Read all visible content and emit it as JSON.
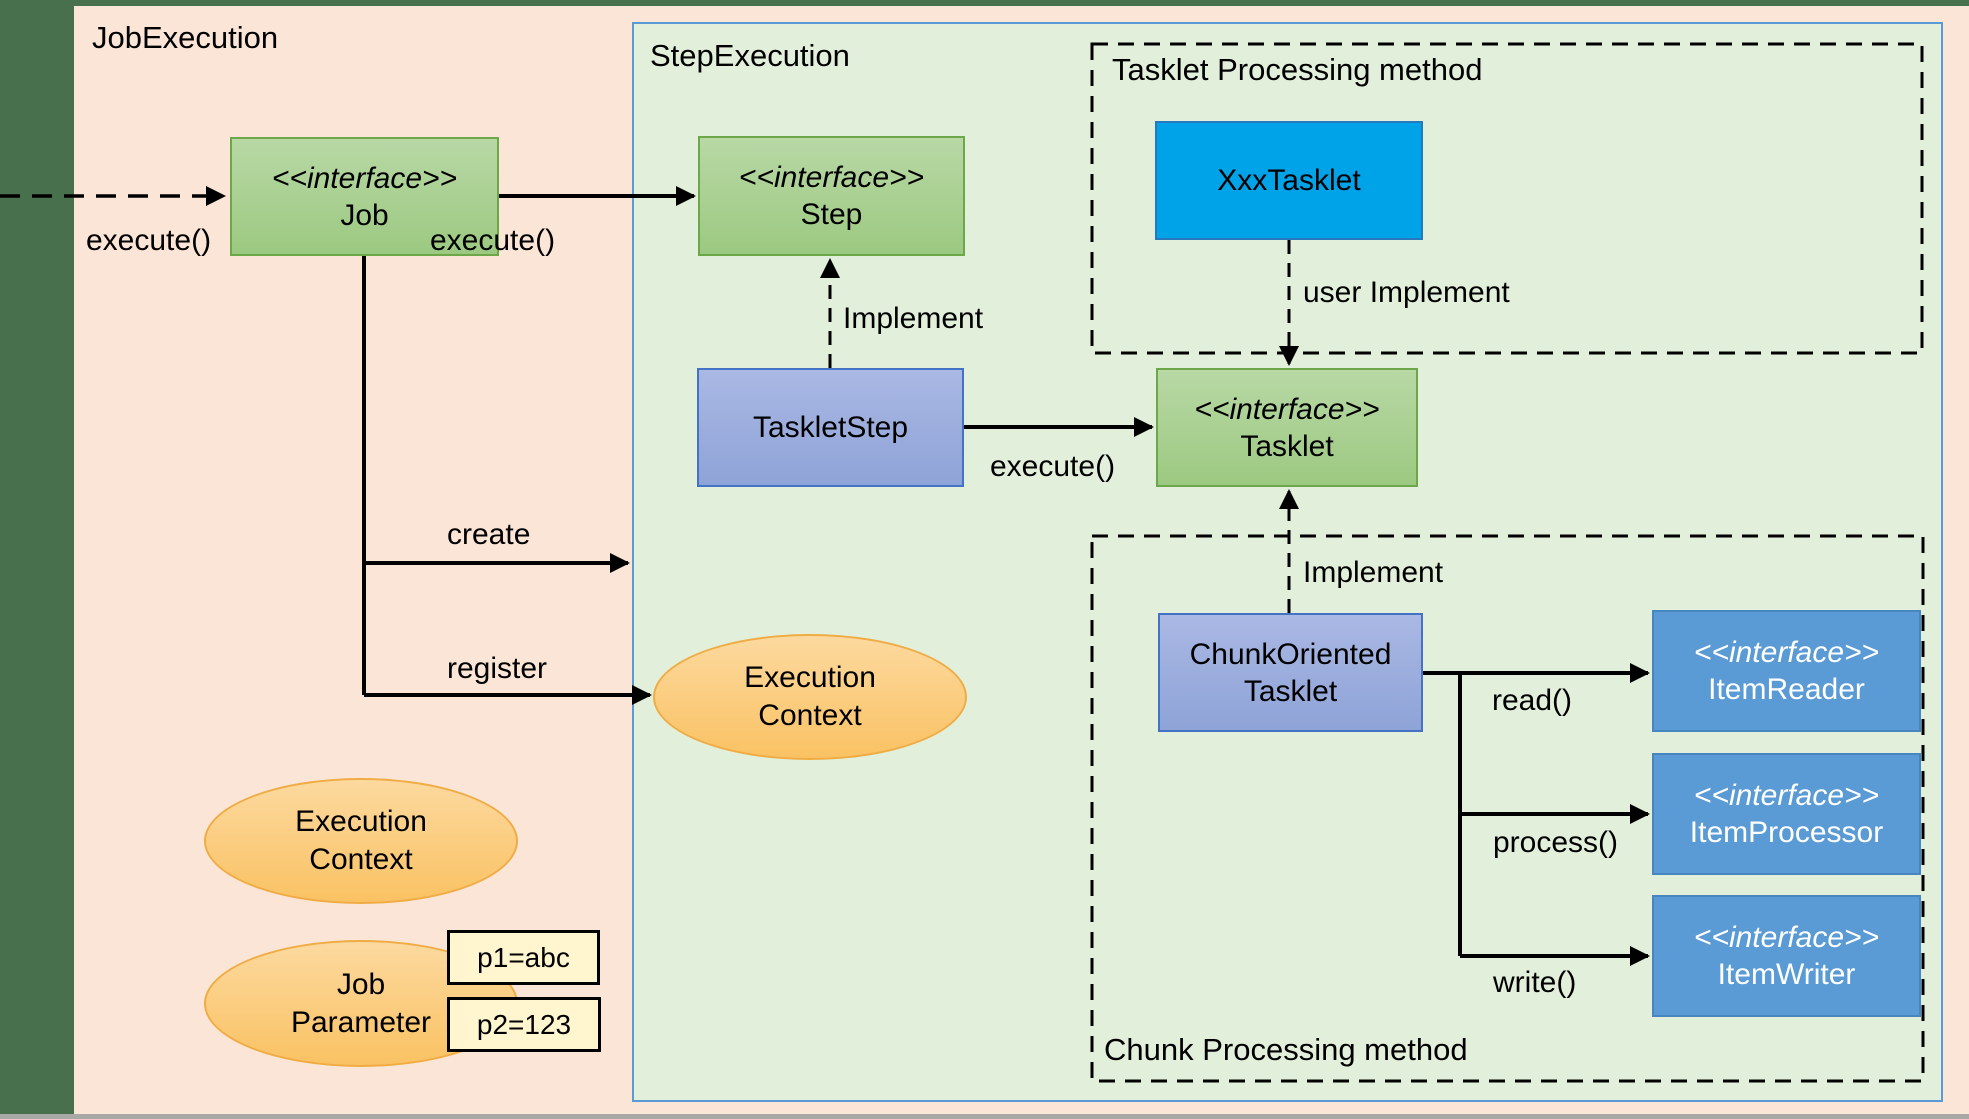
{
  "diagram": {
    "regions": {
      "job_execution": {
        "label": "JobExecution"
      },
      "step_execution": {
        "label": "StepExecution"
      },
      "tasklet_method": {
        "label": "Tasklet Processing method"
      },
      "chunk_method": {
        "label": "Chunk Processing method"
      }
    },
    "nodes": {
      "job": {
        "stereotype": "<<interface>>",
        "name": "Job"
      },
      "step": {
        "stereotype": "<<interface>>",
        "name": "Step"
      },
      "tasklet": {
        "stereotype": "<<interface>>",
        "name": "Tasklet"
      },
      "tasklet_step": {
        "name": "TaskletStep"
      },
      "xxx_tasklet": {
        "name": "XxxTasklet"
      },
      "chunk_oriented_tasklet": {
        "line1": "ChunkOriented",
        "line2": "Tasklet"
      },
      "item_reader": {
        "stereotype": "<<interface>>",
        "name": "ItemReader"
      },
      "item_processor": {
        "stereotype": "<<interface>>",
        "name": "ItemProcessor"
      },
      "item_writer": {
        "stereotype": "<<interface>>",
        "name": "ItemWriter"
      },
      "execution_context_step": {
        "line1": "Execution",
        "line2": "Context"
      },
      "execution_context_job": {
        "line1": "Execution",
        "line2": "Context"
      },
      "job_parameter": {
        "line1": "Job",
        "line2": "Parameter"
      },
      "param1": {
        "text": "p1=abc"
      },
      "param2": {
        "text": "p2=123"
      }
    },
    "edge_labels": {
      "execute_job": "execute()",
      "execute_step": "execute()",
      "execute_tasklet": "execute()",
      "create": "create",
      "register": "register",
      "implement_step": "Implement",
      "user_implement": "user Implement",
      "implement_tasklet": "Implement",
      "read": "read()",
      "process": "process()",
      "write": "write()"
    },
    "colors": {
      "frame_dark_green": "#48704D",
      "job_execution_bg": "#FBE5D6",
      "step_execution_bg": "#E2EFDA",
      "step_execution_border": "#5B9BD5",
      "interface_box_fill": "#A9D18E",
      "interface_box_border": "#6CA74A",
      "class_box_fill": "#8FAADC",
      "class_box_border": "#4472C4",
      "user_class_fill": "#00A2E8",
      "item_box_fill": "#5B9BD5",
      "ellipse_fill": "#FAC263",
      "ellipse_border": "#F0AC44",
      "note_fill": "#FFF5CE",
      "bottom_strip": "#A8A8A8",
      "connector": "#000000"
    }
  }
}
